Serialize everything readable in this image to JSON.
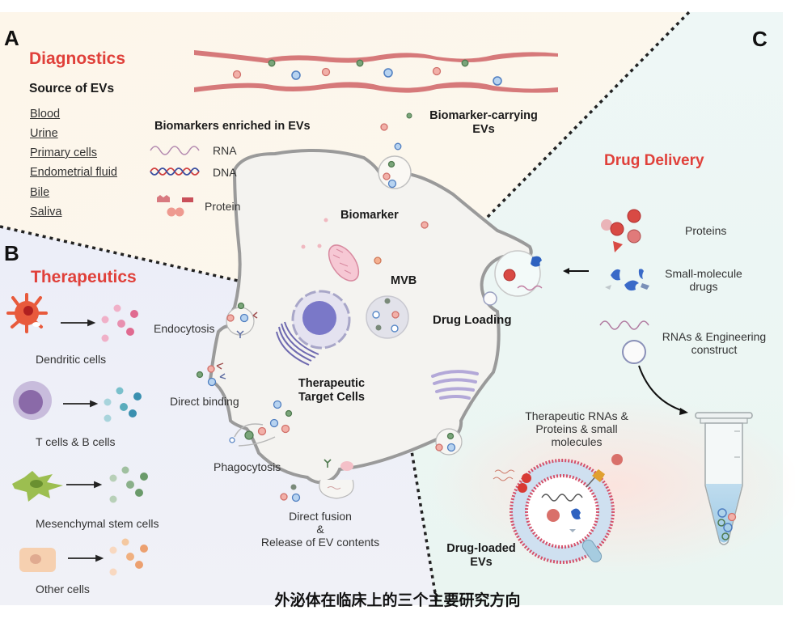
{
  "panels": {
    "a": {
      "letter": "A",
      "title": "Diagnostics",
      "source_heading": "Source of EVs",
      "sources": [
        "Blood",
        "Urine",
        "Primary cells",
        "Endometrial fluid",
        "Bile",
        "Saliva"
      ],
      "biomarkers_heading": "Biomarkers enriched in EVs",
      "biomarkers": [
        {
          "label": "RNA",
          "icon": "rna-icon"
        },
        {
          "label": "DNA",
          "icon": "dna-icon"
        },
        {
          "label": "Protein",
          "icon": "protein-icon"
        }
      ],
      "biomarker_carrying_label": "Biomarker-carrying EVs",
      "biomarker_carrying_lines": [
        "Biomarker-carrying",
        "EVs"
      ]
    },
    "b": {
      "letter": "B",
      "title": "Therapeutics",
      "cell_types": [
        "Dendritic cells",
        "T cells & B cells",
        "Mesenchymal stem cells",
        "Other cells"
      ],
      "uptake_routes": {
        "endocytosis": "Endocytosis",
        "direct_binding": "Direct binding",
        "phagocytosis": "Phagocytosis",
        "direct_fusion_lines": [
          "Direct fusion",
          "&",
          "Release of EV contents"
        ]
      }
    },
    "c": {
      "letter": "C",
      "title": "Drug Delivery",
      "cargo": [
        {
          "label": "Proteins",
          "icon": "protein-cluster-icon"
        },
        {
          "label_lines": [
            "Small-molecule",
            "drugs"
          ],
          "icon": "small-molecule-icon"
        },
        {
          "label_lines": [
            "RNAs & Engineering",
            "construct"
          ],
          "icon": "rna-construct-icon"
        }
      ],
      "therapeutic_cargo_lines": [
        "Therapeutic RNAs &",
        "Proteins & small",
        "molecules"
      ],
      "drug_loaded_lines": [
        "Drug-loaded",
        "EVs"
      ]
    },
    "cell": {
      "biomarker": "Biomarker",
      "mvb": "MVB",
      "drug_loading": "Drug Loading",
      "target_lines": [
        "Therapeutic",
        "Target Cells"
      ]
    }
  },
  "caption": "外泌体在临床上的三个主要研究方向",
  "colors": {
    "title_red": "#e0403a",
    "diag_bg": "#fdf8ee",
    "thera_bg": "#eef0f8",
    "drug_bg": "#e8f5f3",
    "cell_fill": "#f3f2ef",
    "cell_stroke": "#9a9a9a",
    "vessel": "#d9797a",
    "ev_red": "#e88a82",
    "ev_blue": "#8fb6e8",
    "ev_green": "#6f9a6a"
  }
}
